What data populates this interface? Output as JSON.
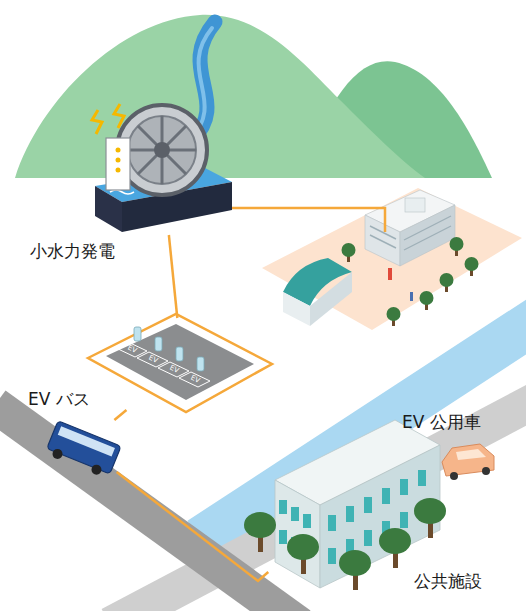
{
  "diagram": {
    "nodes": [
      {
        "text": [
          "小水力発電"
        ]
      },
      {
        "text": [
          "EV",
          "EV",
          "EV",
          "EV"
        ]
      },
      {
        "text": [
          "EV バス"
        ]
      },
      {
        "text": [
          "EV 公用車"
        ]
      },
      {
        "text": [
          "公共施設"
        ]
      }
    ],
    "edges": [
      {
        "from": 0,
        "to": 1,
        "arrow": "none"
      },
      {
        "from": 1,
        "to": 2,
        "arrow": "none"
      },
      {
        "from": 2,
        "to": 4,
        "arrow": "none"
      }
    ]
  }
}
